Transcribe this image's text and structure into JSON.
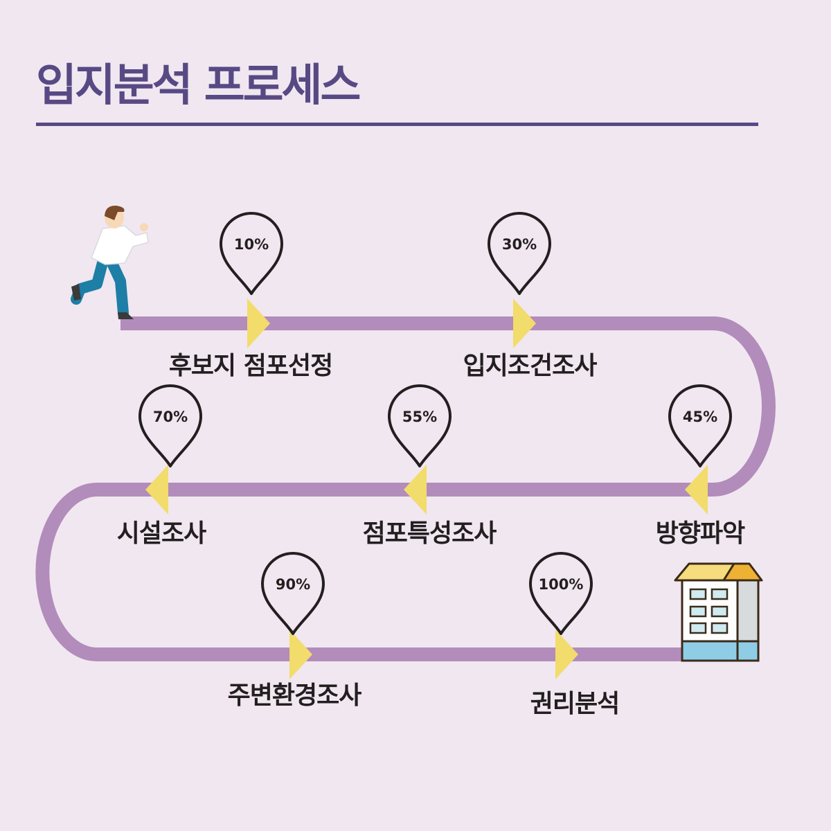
{
  "title": "입지분석 프로세스",
  "colors": {
    "title": "#574a84",
    "track": "#b28cbb",
    "arrow": "#f2dc6b",
    "pin_outline": "#231f20",
    "background": "#f1e7f0"
  },
  "icons": {
    "start": "running-person-icon",
    "end": "building-icon"
  },
  "steps": [
    {
      "percent": "10%",
      "label": "후보지 점포선정"
    },
    {
      "percent": "30%",
      "label": "입지조건조사"
    },
    {
      "percent": "45%",
      "label": "방향파악"
    },
    {
      "percent": "55%",
      "label": "점포특성조사"
    },
    {
      "percent": "70%",
      "label": "시설조사"
    },
    {
      "percent": "90%",
      "label": "주변환경조사"
    },
    {
      "percent": "100%",
      "label": "권리분석"
    }
  ]
}
